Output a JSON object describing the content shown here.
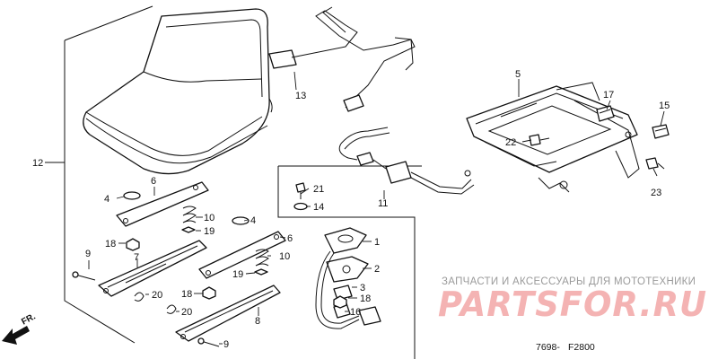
{
  "diagram": {
    "callouts": [
      "1",
      "2",
      "3",
      "4",
      "4",
      "5",
      "6",
      "6",
      "7",
      "8",
      "9",
      "9",
      "10",
      "10",
      "11",
      "12",
      "13",
      "14",
      "15",
      "16",
      "17",
      "18",
      "18",
      "18",
      "19",
      "19",
      "20",
      "20",
      "21",
      "22",
      "23"
    ],
    "direction_label": "FR.",
    "drawing_code_left": "7698-",
    "drawing_code_right": "F2800"
  },
  "watermark": {
    "tagline": "ЗАПЧАСТИ И АКСЕССУАРЫ ДЛЯ МОТОТЕХНИКИ",
    "logo": "PARTSFOR.RU",
    "color": "#e88080"
  }
}
